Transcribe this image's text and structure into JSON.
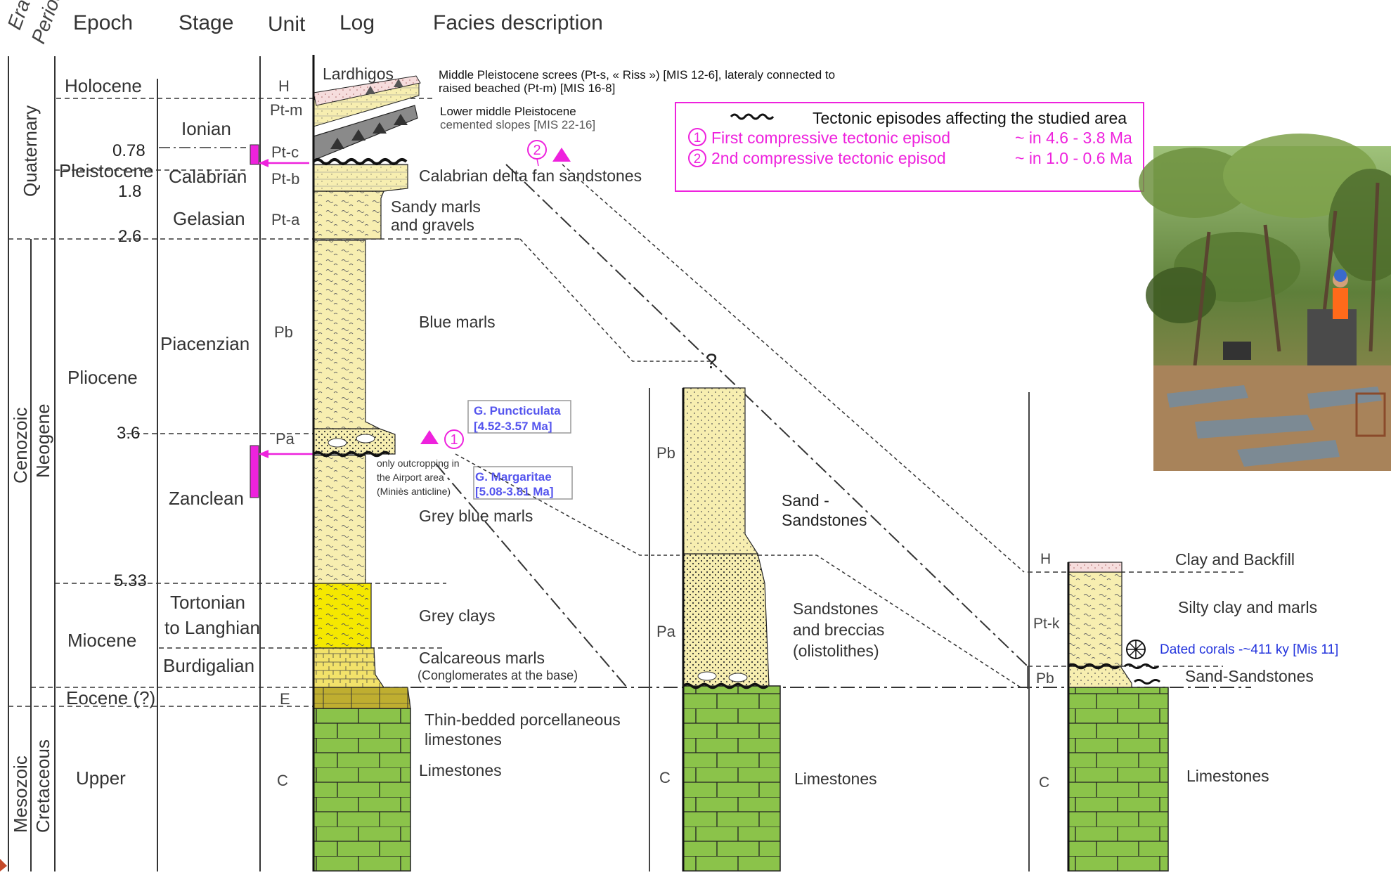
{
  "colors": {
    "marl_yellow": "#f7eeb0",
    "clay_yellow": "#f5e800",
    "calc_yellow": "#f2e26a",
    "eocene_olive": "#bfae30",
    "limestone_green": "#8bc34a",
    "holocene_pink": "#f2c4c4",
    "pleistocene_grey": "#8a8a8a",
    "tectonic_magenta": "#ee22dd",
    "fossil_blue": "#5555ee",
    "coral_blue": "#2233dd"
  },
  "headers": {
    "era": "Era",
    "period": "Period",
    "epoch": "Epoch",
    "stage": "Stage",
    "unit": "Unit",
    "log": "Log",
    "facies": "Facies description"
  },
  "eras": {
    "quaternary": "Quaternary",
    "cenozoic": "Cenozoic",
    "neogene": "Neogene",
    "mesozoic": "Mesozoic",
    "cretaceous": "Cretaceous"
  },
  "epochs": {
    "holocene": "Holocene",
    "pleistocene": "Pleistocene",
    "pliocene": "Pliocene",
    "miocene": "Miocene",
    "eocene": "Eocene (?)",
    "upper": "Upper"
  },
  "ages": [
    "0.78",
    "1.8",
    "2.6",
    "3.6",
    "5.33"
  ],
  "stages": {
    "ionian": "Ionian",
    "calabrian": "Calabrian",
    "gelasian": "Gelasian",
    "piacenzian": "Piacenzian",
    "zanclean": "Zanclean",
    "tortonian_1": "Tortonian",
    "tortonian_2": "to Langhian",
    "burdigalian": "Burdigalian"
  },
  "units": {
    "h": "H",
    "pt_m": "Pt-m",
    "pt_c": "Pt-c",
    "pt_b": "Pt-b",
    "pt_a": "Pt-a",
    "pb": "Pb",
    "pa": "Pa",
    "e": "E",
    "c": "C"
  },
  "facies": {
    "lardhigos": "Lardhigos",
    "screes_1": "Middle Pleistocene screes (Pt-s, « Riss ») [MIS 12-6], lateraly connected to",
    "screes_2": "raised beached (Pt-m) [MIS 16-8]",
    "slopes_1": "Lower middle Pleistocene",
    "slopes_2": "cemented slopes [MIS 22-16]",
    "calabrian_delta": "Calabrian delta fan sandstones",
    "sandy_marls_1": "Sandy marls",
    "sandy_marls_2": "and gravels",
    "blue_marls": "Blue marls",
    "grey_blue_marls": "Grey blue marls",
    "grey_clays": "Grey clays",
    "calc_marls": "Calcareous marls",
    "calc_marls_note": "(Conglomerates at the base)",
    "porcellaneous_1": "Thin-bedded porcellaneous",
    "porcellaneous_2": "limestones",
    "limestones": "Limestones",
    "airport_1": "only outcropping in",
    "airport_2": "the Airport area",
    "airport_3": "(Miniès anticline)"
  },
  "fossils": {
    "puncticulata_name": "G. Puncticulata",
    "puncticulata_age": "[4.52-3.57 Ma]",
    "margaritae_name": "G. Margaritae",
    "margaritae_age": "[5.08-3.81 Ma]"
  },
  "legend": {
    "title": "Tectonic episodes affecting the studied area",
    "ep1_num": "1",
    "ep1_label": "First compressive tectonic episod",
    "ep1_age": "~ in 4.6 - 3.8 Ma",
    "ep2_num": "2",
    "ep2_label": "2nd compressive tectonic episod",
    "ep2_age": "~ in 1.0 - 0.6 Ma"
  },
  "markers": {
    "one": "1",
    "two": "2"
  },
  "column2": {
    "pb": "Pb",
    "pa": "Pa",
    "c": "C",
    "question": "?",
    "sand_1": "Sand -",
    "sand_2": "Sandstones",
    "breccias_1": "Sandstones",
    "breccias_2": "and breccias",
    "breccias_3": "(olistolithes)",
    "limestones": "Limestones"
  },
  "column3": {
    "h": "H",
    "pt_k": "Pt-k",
    "pb": "Pb",
    "c": "C",
    "clay_backfill": "Clay and Backfill",
    "silty_clay": "Silty clay and marls",
    "dated_corals": "Dated corals -~411 ky [Mis 11]",
    "sand_sandstones": "Sand-Sandstones",
    "limestones": "Limestones"
  },
  "photo": {
    "description_icon": "field-photo-drilling-rig"
  }
}
